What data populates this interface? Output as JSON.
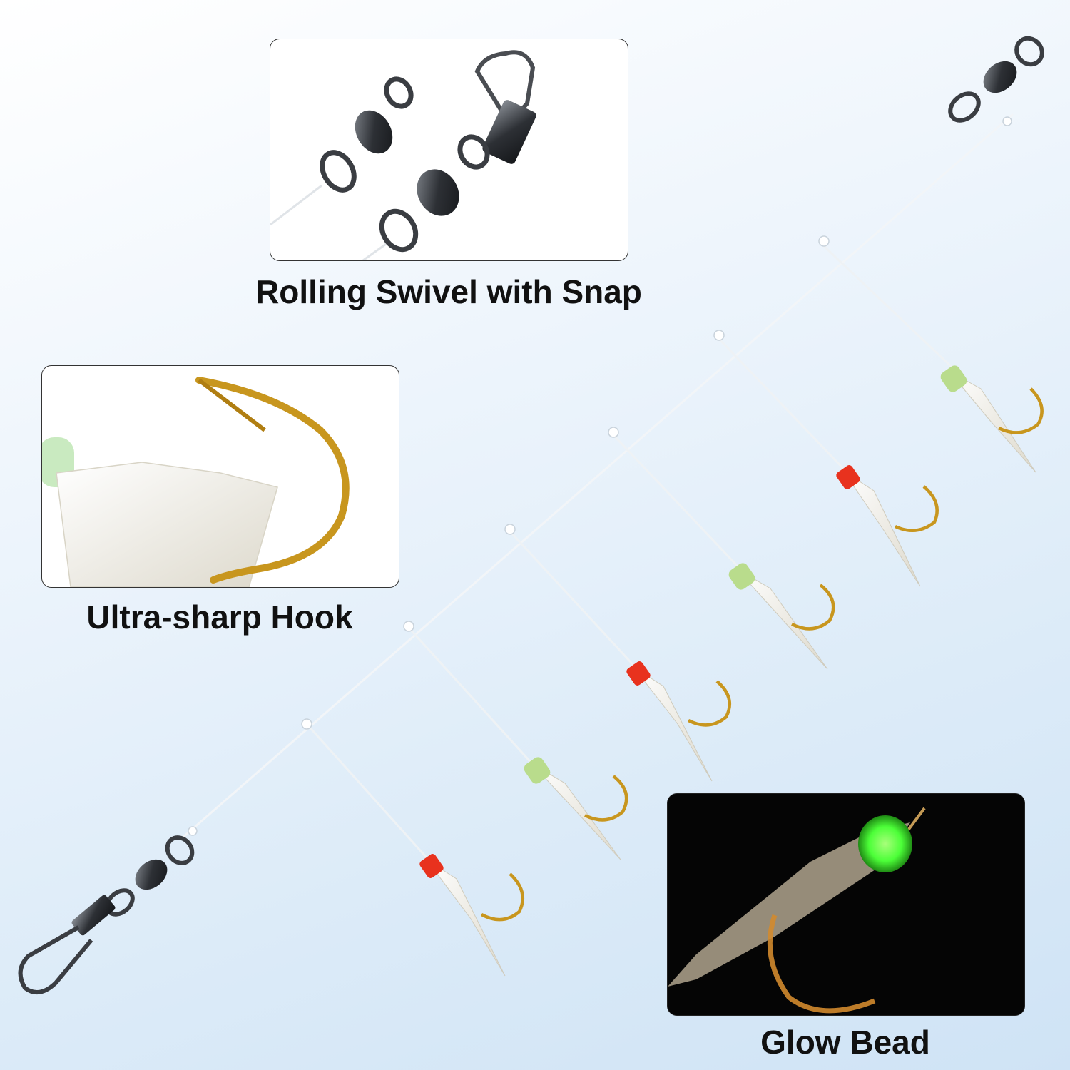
{
  "labels": {
    "swivel": "Rolling Swivel with Snap",
    "hook": "Ultra-sharp Hook",
    "bead": "Glow Bead"
  },
  "colors": {
    "background": "#dcebf8",
    "line": "#e9eef2",
    "metal": "#3a3d42",
    "gold_hook": "#c8961e",
    "red_wrap": "#e8321e",
    "green_bead": "#b9dc8c",
    "glow_green": "#5cff4a",
    "skin": "#f3f1ea"
  },
  "icons": [
    "rolling-swivel-icon",
    "snap-icon",
    "hook-icon",
    "glow-bead-icon"
  ]
}
